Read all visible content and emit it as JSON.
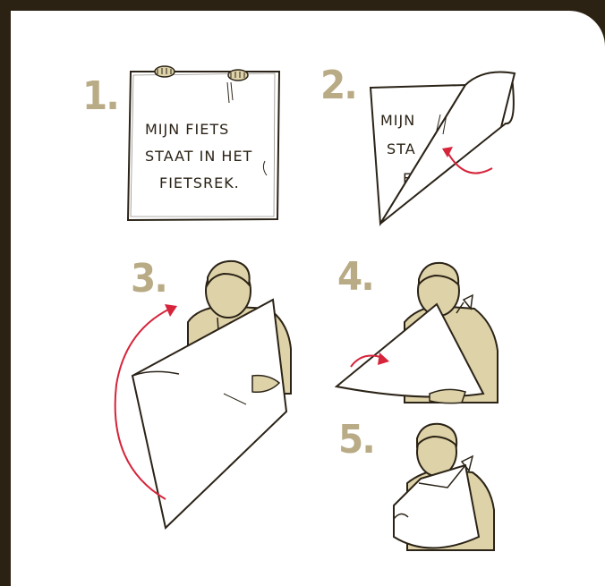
{
  "steps": [
    {
      "number": "1.",
      "sign_lines": [
        "MIJN FIETS",
        "STAAT IN HET",
        "FIETSREK."
      ]
    },
    {
      "number": "2.",
      "sign_lines": [
        "MIJN",
        "STA",
        "F"
      ]
    },
    {
      "number": "3."
    },
    {
      "number": "4."
    },
    {
      "number": "5."
    }
  ],
  "colors": {
    "background": "#2c2213",
    "card": "#ffffff",
    "number": "#b9ab85",
    "skin": "#ded2a8",
    "ink": "#2b2317",
    "arrow": "#d6243b"
  }
}
